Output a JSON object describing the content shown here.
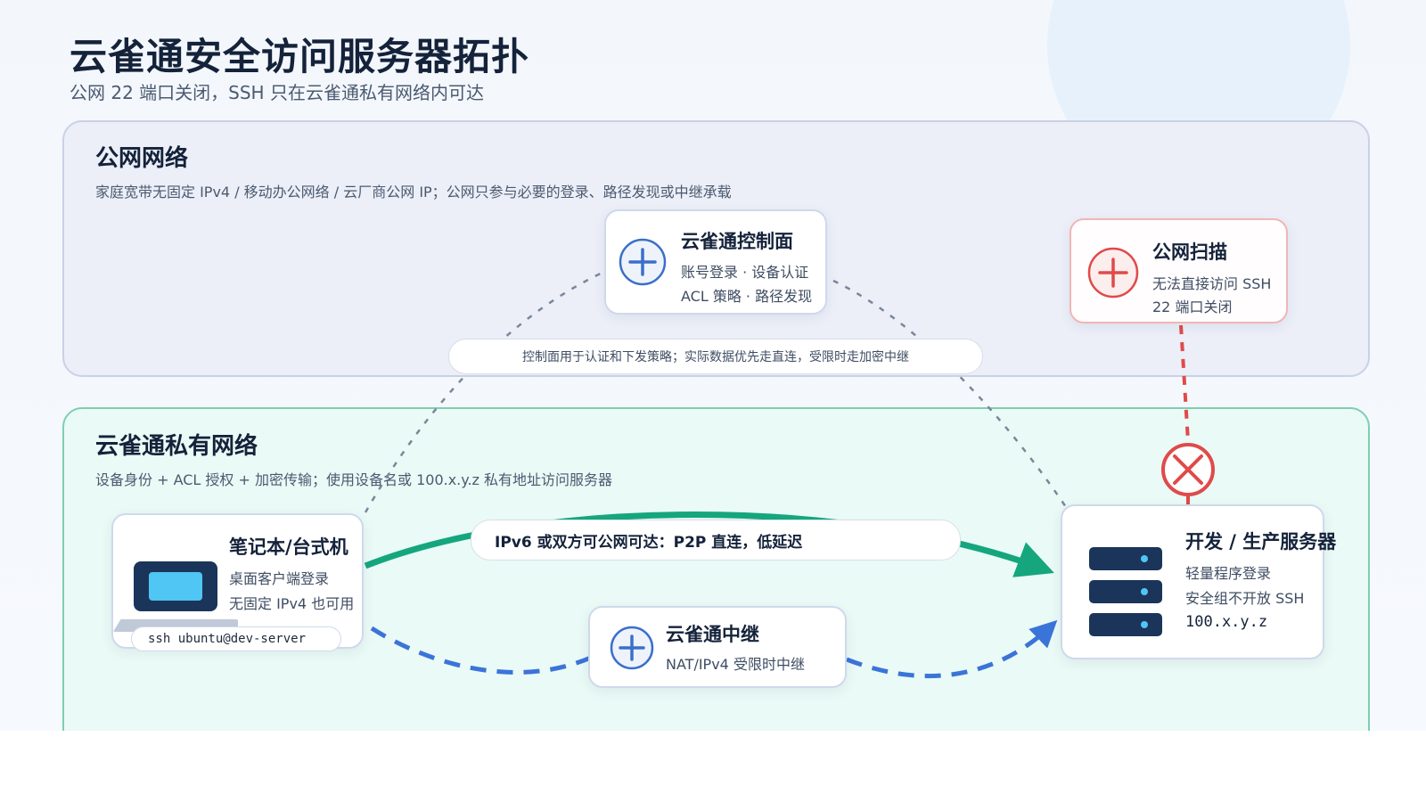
{
  "header": {
    "title": "云雀通安全访问服务器拓扑",
    "subtitle": "公网 22 端口关闭，SSH 只在云雀通私有网络内可达"
  },
  "zones": {
    "public": {
      "title": "公网网络",
      "desc": "家庭宽带无固定 IPv4 / 移动办公网络 / 云厂商公网 IP；公网只参与必要的登录、路径发现或中继承载"
    },
    "private": {
      "title": "云雀通私有网络",
      "desc": "设备身份 + ACL 授权 + 加密传输；使用设备名或 100.x.y.z 私有地址访问服务器"
    }
  },
  "nodes": {
    "control": {
      "title": "云雀通控制面",
      "line1": "账号登录 · 设备认证",
      "line2": "ACL 策略 · 路径发现"
    },
    "scan": {
      "title": "公网扫描",
      "line1": "无法直接访问 SSH",
      "line2": "22 端口关闭"
    },
    "laptop": {
      "title": "笔记本/台式机",
      "line1": "桌面客户端登录",
      "line2": "无固定 IPv4 也可用",
      "command": "ssh ubuntu@dev-server"
    },
    "relay": {
      "title": "云雀通中继",
      "line1": "NAT/IPv4 受限时中继"
    },
    "server": {
      "title": "开发 / 生产服务器",
      "line1": "轻量程序登录",
      "line2": "安全组不开放 SSH",
      "line3": "100.x.y.z"
    }
  },
  "labels": {
    "control_note": "控制面用于认证和下发策略；实际数据优先走直连，受限时走加密中继",
    "p2p_note": "IPv6 或双方可公网可达：P2P 直连，低延迟"
  },
  "colors": {
    "direct": "#15a67e",
    "relay": "#3b74d9",
    "control": "#6b7a90",
    "blocked": "#e04a4a",
    "plus": "#3b6fc9"
  }
}
